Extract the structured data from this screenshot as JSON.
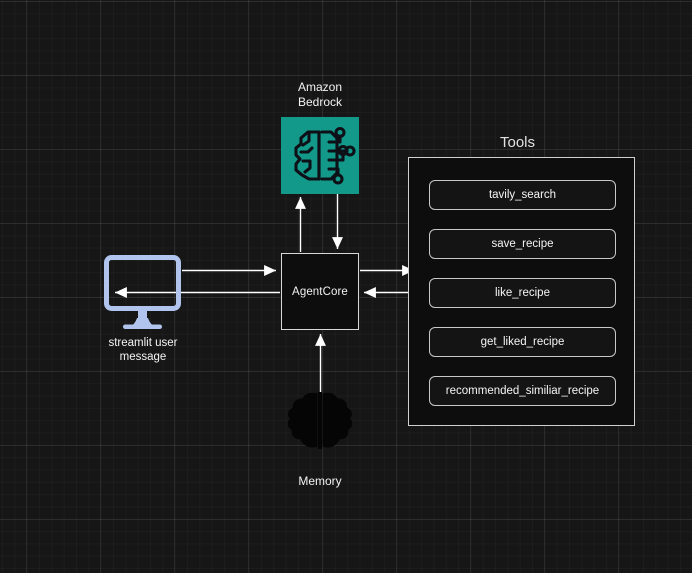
{
  "canvas": {
    "background_color": "#161616",
    "grid_major_color": "#2e2e2e",
    "grid_minor_color": "#1f1f1f"
  },
  "bedrock": {
    "label_line1": "Amazon",
    "label_line2": "Bedrock",
    "icon_name": "amazon-bedrock-brain-circuit-icon",
    "tile_color": "#13998a",
    "glyph_color": "#0d1117"
  },
  "agentcore": {
    "label": "AgentCore",
    "border_color": "#d8d8d8",
    "fill_color": "#0d0d0d"
  },
  "memory": {
    "label": "Memory",
    "icon_name": "brain-icon",
    "glyph_color": "#050505"
  },
  "streamlit": {
    "label_line1": "streamlit user",
    "label_line2": "message",
    "icon_name": "monitor-icon",
    "icon_color": "#b0c4ee"
  },
  "tools": {
    "title": "Tools",
    "border_color": "#cfcfcf",
    "items": [
      {
        "label": "tavily_search"
      },
      {
        "label": "save_recipe"
      },
      {
        "label": "like_recipe"
      },
      {
        "label": "get_liked_recipe"
      },
      {
        "label": "recommended_similiar_recipe"
      }
    ]
  },
  "connectors": {
    "color": "#ffffff",
    "edges": [
      {
        "name": "streamlit-to-agentcore",
        "direction": "right"
      },
      {
        "name": "agentcore-to-streamlit",
        "direction": "left"
      },
      {
        "name": "agentcore-to-tools",
        "direction": "right"
      },
      {
        "name": "tools-to-agentcore",
        "direction": "left"
      },
      {
        "name": "agentcore-to-bedrock",
        "direction": "up"
      },
      {
        "name": "bedrock-to-agentcore",
        "direction": "down"
      },
      {
        "name": "memory-to-agentcore",
        "direction": "up"
      }
    ]
  }
}
